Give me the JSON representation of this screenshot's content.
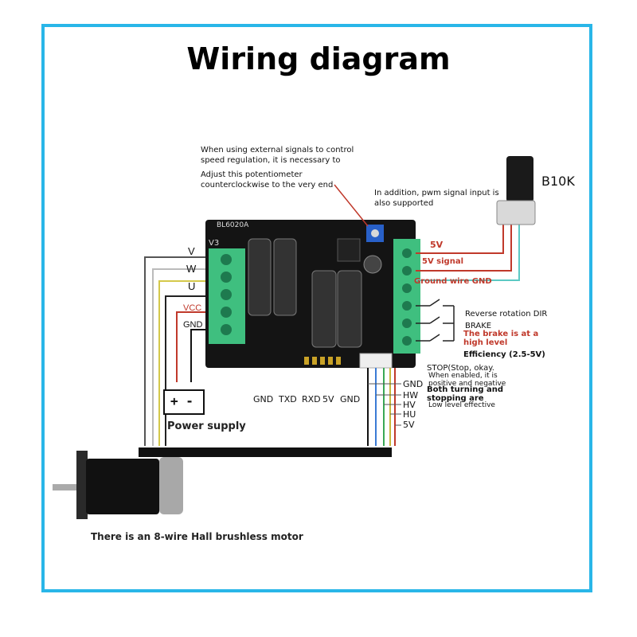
{
  "title": "Wiring diagram",
  "notes": {
    "external_signal_1": "When using external signals to control",
    "external_signal_2": "speed regulation, it is necessary to",
    "adjust_1": "Adjust this potentiometer",
    "adjust_2": "counterclockwise to the very end",
    "pwm_1": "In addition, pwm signal input is",
    "pwm_2": "also supported"
  },
  "board": {
    "model": "BL6020A",
    "version": "V3"
  },
  "potentiometer": {
    "label": "B10K"
  },
  "motor_terminals": [
    "V",
    "W",
    "U",
    "VCC",
    "GND"
  ],
  "control_terminals": {
    "v5": "5V",
    "signal": "5V signal",
    "ground": "Ground wire GND",
    "dir": "Reverse rotation DIR",
    "brake": "BRAKE",
    "brake_note_1": "The brake is at a",
    "brake_note_2": "high level",
    "efficiency": "Efficiency (2.5-5V)",
    "stop": "STOP(Stop, okay.",
    "stop_note_1": "When enabled, it is",
    "stop_note_2": "positive and negative",
    "both_1": "Both turning and",
    "both_2": "stopping are",
    "low_level": "Low level effective"
  },
  "serial_pins": [
    "GND",
    "TXD",
    "RXD",
    "5V",
    "GND"
  ],
  "hall_pins": [
    "GND",
    "HW",
    "HV",
    "HU",
    "5V"
  ],
  "power_supply": {
    "symbol": "+ -",
    "label": "Power supply"
  },
  "motor": {
    "caption": "There is an 8-wire Hall brushless motor"
  },
  "colors": {
    "frame": "#29b6e8",
    "board": "#111111",
    "terminal": "#3fbf7f",
    "wire_red": "#c0392b"
  }
}
